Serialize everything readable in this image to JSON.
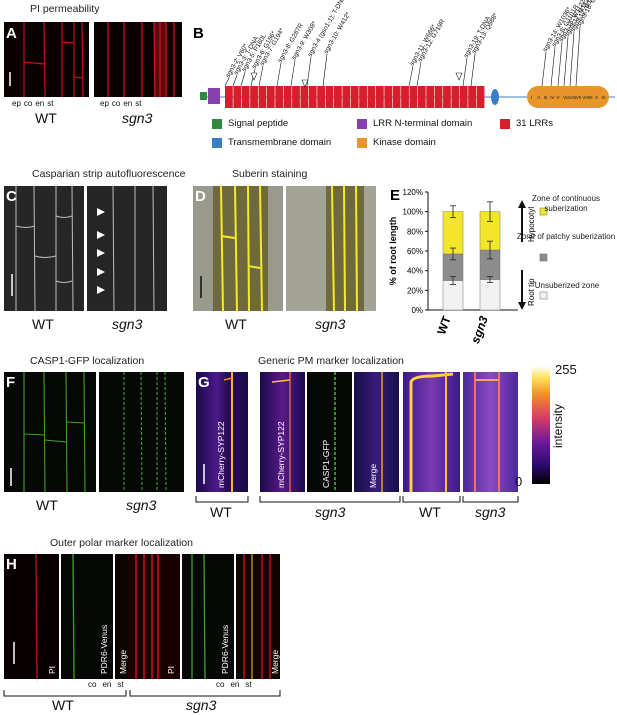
{
  "panelA": {
    "label": "A",
    "title": "PI permeability",
    "tissue_labels": [
      "ep",
      "co",
      "en",
      "st"
    ],
    "captions": [
      "WT",
      "sgn3"
    ]
  },
  "panelB": {
    "label": "B",
    "mutations": [
      "sgn3-2: V60*",
      "sgn3-3: T-DNA",
      "sgn3-5: P160L",
      "sgn3-6: G186*",
      "sgn3-7: G194*",
      "sgn3-8: G287R",
      "sgn3-9: W308*",
      "sgn3-4 (gso1-1): T-DNA",
      "sgn3-10: W412*",
      "sgn3-11: W666*",
      "sgn3-12: G719R",
      "sgn3-19: T-DNA",
      "sgn3-13: Q888*",
      "sgn3-14: W1036*",
      "sgn3-8: G1101R",
      "sgn3-15: W1122*",
      "sgn3-17: G1120R",
      "sgn3-12: G1130E",
      "sgn3-18: G1150E"
    ],
    "kinase_marks": [
      "I",
      "II",
      "III",
      "IV",
      "V",
      "VIa",
      "VIb",
      "VII",
      "VIII",
      "IX",
      "X",
      "XI"
    ],
    "legend": [
      {
        "label": "Signal peptide",
        "color": "#2e8b3e"
      },
      {
        "label": "LRR N-terminal domain",
        "color": "#8a3fb0"
      },
      {
        "label": "31 LRRs",
        "color": "#d81e2a"
      },
      {
        "label": "Transmembrane domain",
        "color": "#3a7fc4"
      },
      {
        "label": "Kinase domain",
        "color": "#e8962a"
      }
    ]
  },
  "panelC": {
    "label": "C",
    "title": "Casparian strip autofluorescence",
    "captions": [
      "WT",
      "sgn3"
    ]
  },
  "panelD": {
    "label": "D",
    "title": "Suberin staining",
    "captions": [
      "WT",
      "sgn3"
    ]
  },
  "panelE": {
    "label": "E",
    "chart_data": {
      "type": "bar",
      "categories": [
        "WT",
        "sgn3"
      ],
      "ylabel": "% of root length",
      "yticks": [
        "0%",
        "20%",
        "40%",
        "60%",
        "80%",
        "100%",
        "120%"
      ],
      "ylim": [
        0,
        120
      ],
      "series": [
        {
          "name": "Unsuberized zone",
          "color": "#f2f2f2",
          "values": [
            30,
            31
          ]
        },
        {
          "name": "Zone of patchy suberization",
          "color": "#8c8c8c",
          "values": [
            27,
            30
          ]
        },
        {
          "name": "Zone of continuous suberization",
          "color": "#f3e62a",
          "values": [
            43,
            39
          ]
        }
      ],
      "errors_top": [
        6,
        10
      ],
      "errors_patchy": [
        6,
        9
      ],
      "errors_unsub": [
        4,
        3
      ],
      "side_labels": [
        "Hypocotyl",
        "Root tip"
      ]
    }
  },
  "panelF": {
    "label": "F",
    "title": "CASP1-GFP localization",
    "captions": [
      "WT",
      "sgn3"
    ]
  },
  "panelG": {
    "label": "G",
    "title": "Generic PM marker localization",
    "strip_labels": [
      "mCherry-SYP122",
      "mCherry-SYP122",
      "CASP1-GFP",
      "Merge"
    ],
    "captions": [
      "WT",
      "sgn3",
      "WT",
      "sgn3"
    ],
    "colorbar": {
      "max": "255",
      "min": "0",
      "label": "intensity"
    }
  },
  "panelH": {
    "label": "H",
    "title": "Outer polar marker localization",
    "strip_labels": [
      "PI",
      "PDR6-Venus",
      "Merge",
      "PI",
      "PDR6-Venus",
      "Merge"
    ],
    "tissue_labels": [
      "co",
      "en",
      "st",
      "co",
      "en",
      "st"
    ],
    "captions": [
      "WT",
      "sgn3"
    ]
  }
}
